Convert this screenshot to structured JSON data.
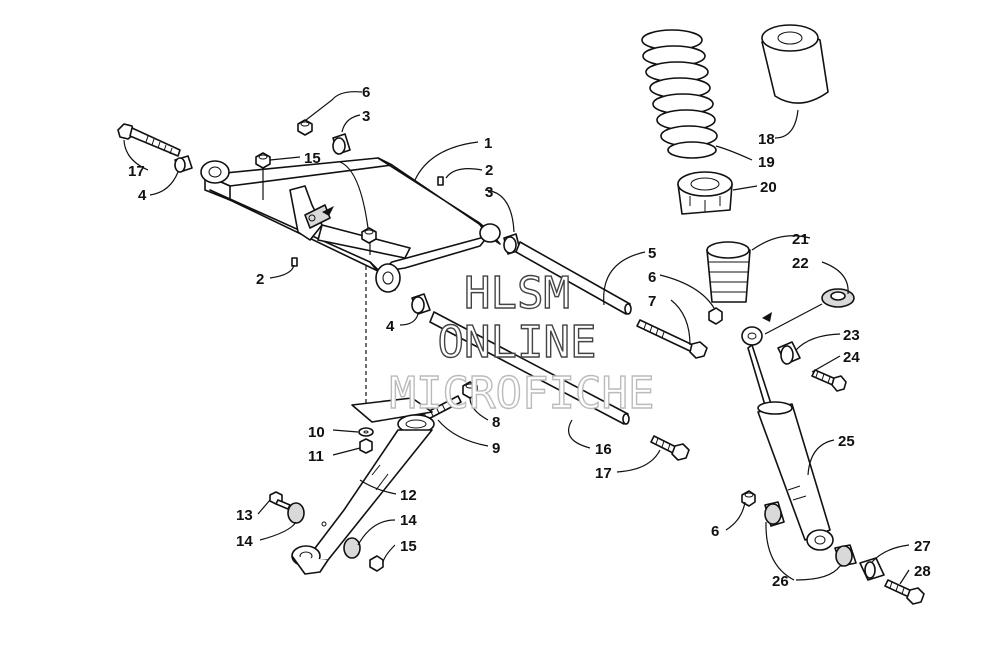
{
  "watermark": {
    "line1": "HLSM",
    "line2": "ONLINE",
    "line3": "MICROFICHE",
    "color1": "#444444",
    "color3": "#bbbbbb"
  },
  "callouts": [
    {
      "id": "c6a",
      "text": "6"
    },
    {
      "id": "c3a",
      "text": "3"
    },
    {
      "id": "c1",
      "text": "1"
    },
    {
      "id": "c15a",
      "text": "15"
    },
    {
      "id": "c2a",
      "text": "2"
    },
    {
      "id": "c17a",
      "text": "17"
    },
    {
      "id": "c4a",
      "text": "4"
    },
    {
      "id": "c3b",
      "text": "3"
    },
    {
      "id": "c2b",
      "text": "2"
    },
    {
      "id": "c5",
      "text": "5"
    },
    {
      "id": "c6b",
      "text": "6"
    },
    {
      "id": "c7",
      "text": "7"
    },
    {
      "id": "c4b",
      "text": "4"
    },
    {
      "id": "c8",
      "text": "8"
    },
    {
      "id": "c9",
      "text": "9"
    },
    {
      "id": "c10",
      "text": "10"
    },
    {
      "id": "c11",
      "text": "11"
    },
    {
      "id": "c16",
      "text": "16"
    },
    {
      "id": "c17b",
      "text": "17"
    },
    {
      "id": "c12",
      "text": "12"
    },
    {
      "id": "c13",
      "text": "13"
    },
    {
      "id": "c14a",
      "text": "14"
    },
    {
      "id": "c14b",
      "text": "14"
    },
    {
      "id": "c15b",
      "text": "15"
    },
    {
      "id": "c18",
      "text": "18"
    },
    {
      "id": "c19",
      "text": "19"
    },
    {
      "id": "c20",
      "text": "20"
    },
    {
      "id": "c21",
      "text": "21"
    },
    {
      "id": "c22",
      "text": "22"
    },
    {
      "id": "c23",
      "text": "23"
    },
    {
      "id": "c24",
      "text": "24"
    },
    {
      "id": "c25",
      "text": "25"
    },
    {
      "id": "c6c",
      "text": "6"
    },
    {
      "id": "c26",
      "text": "26"
    },
    {
      "id": "c27",
      "text": "27"
    },
    {
      "id": "c28",
      "text": "28"
    }
  ]
}
